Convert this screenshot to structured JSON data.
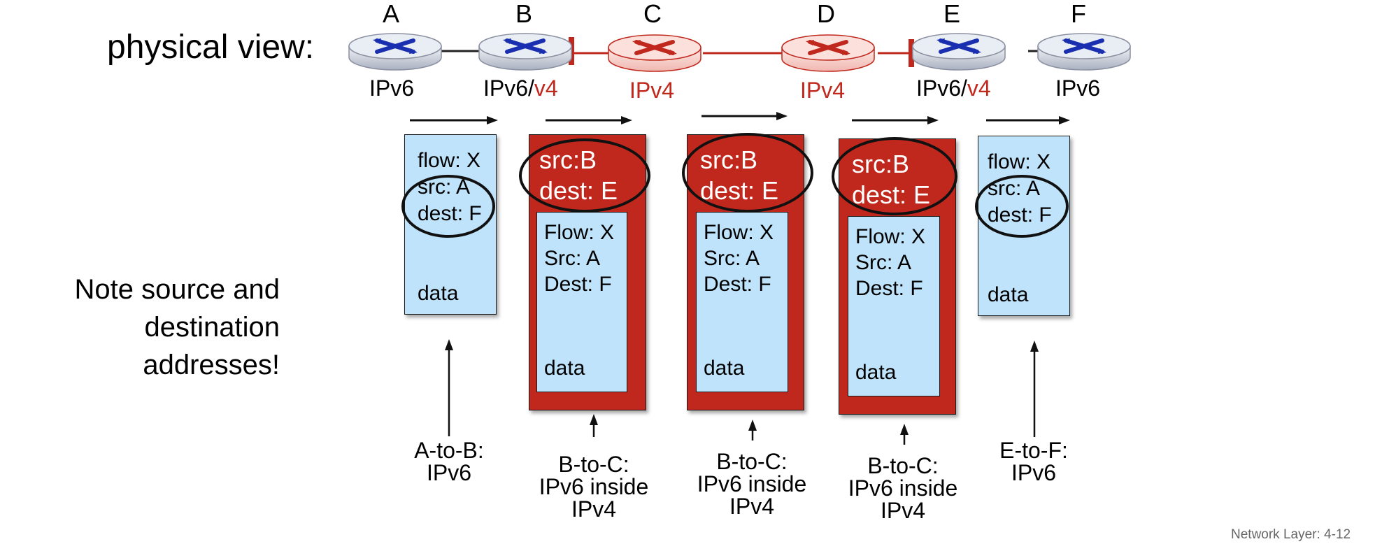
{
  "header": {
    "label": "physical view:"
  },
  "routers": [
    {
      "letter": "A",
      "label": "IPv6",
      "label_suffix": "",
      "kind": "ipv6"
    },
    {
      "letter": "B",
      "label": "IPv6/",
      "label_suffix": "v4",
      "kind": "ipv6"
    },
    {
      "letter": "C",
      "label": "IPv4",
      "label_suffix": "",
      "kind": "ipv4"
    },
    {
      "letter": "D",
      "label": "IPv4",
      "label_suffix": "",
      "kind": "ipv4"
    },
    {
      "letter": "E",
      "label": "IPv6/",
      "label_suffix": "v4",
      "kind": "ipv6"
    },
    {
      "letter": "F",
      "label": "IPv6",
      "label_suffix": "",
      "kind": "ipv6"
    }
  ],
  "note": {
    "lines": [
      "Note source and",
      "destination",
      "addresses!"
    ]
  },
  "packets": [
    {
      "type": "ipv6",
      "lines": [
        "flow: X",
        "src: A",
        "dest: F"
      ],
      "data": "data",
      "caption": [
        "A-to-B:",
        "IPv6"
      ]
    },
    {
      "type": "tunneled",
      "outer": [
        "src:B",
        "dest: E"
      ],
      "lines": [
        "Flow: X",
        "Src: A",
        "Dest: F"
      ],
      "data": "data",
      "caption": [
        "B-to-C:",
        "IPv6 inside",
        "IPv4"
      ]
    },
    {
      "type": "tunneled",
      "outer": [
        "src:B",
        "dest: E"
      ],
      "lines": [
        "Flow: X",
        "Src: A",
        "Dest: F"
      ],
      "data": "data",
      "caption": [
        "B-to-C:",
        "IPv6 inside",
        "IPv4"
      ]
    },
    {
      "type": "tunneled",
      "outer": [
        "src:B",
        "dest: E"
      ],
      "lines": [
        "Flow: X",
        "Src: A",
        "Dest: F"
      ],
      "data": "data",
      "caption": [
        "B-to-C:",
        "IPv6 inside",
        "IPv4"
      ]
    },
    {
      "type": "ipv6",
      "lines": [
        "flow: X",
        "src: A",
        "dest: F"
      ],
      "data": "data",
      "caption": [
        "E-to-F:",
        "IPv6"
      ]
    }
  ],
  "footer": {
    "text": "Network Layer: 4-12"
  },
  "colors": {
    "ipv4_red": "#c0281e",
    "ipv6_blue": "#1a2fb0",
    "packet_blue": "#bfe3fa"
  },
  "icons": {
    "router": "router-icon",
    "arrow": "arrow-icon"
  }
}
